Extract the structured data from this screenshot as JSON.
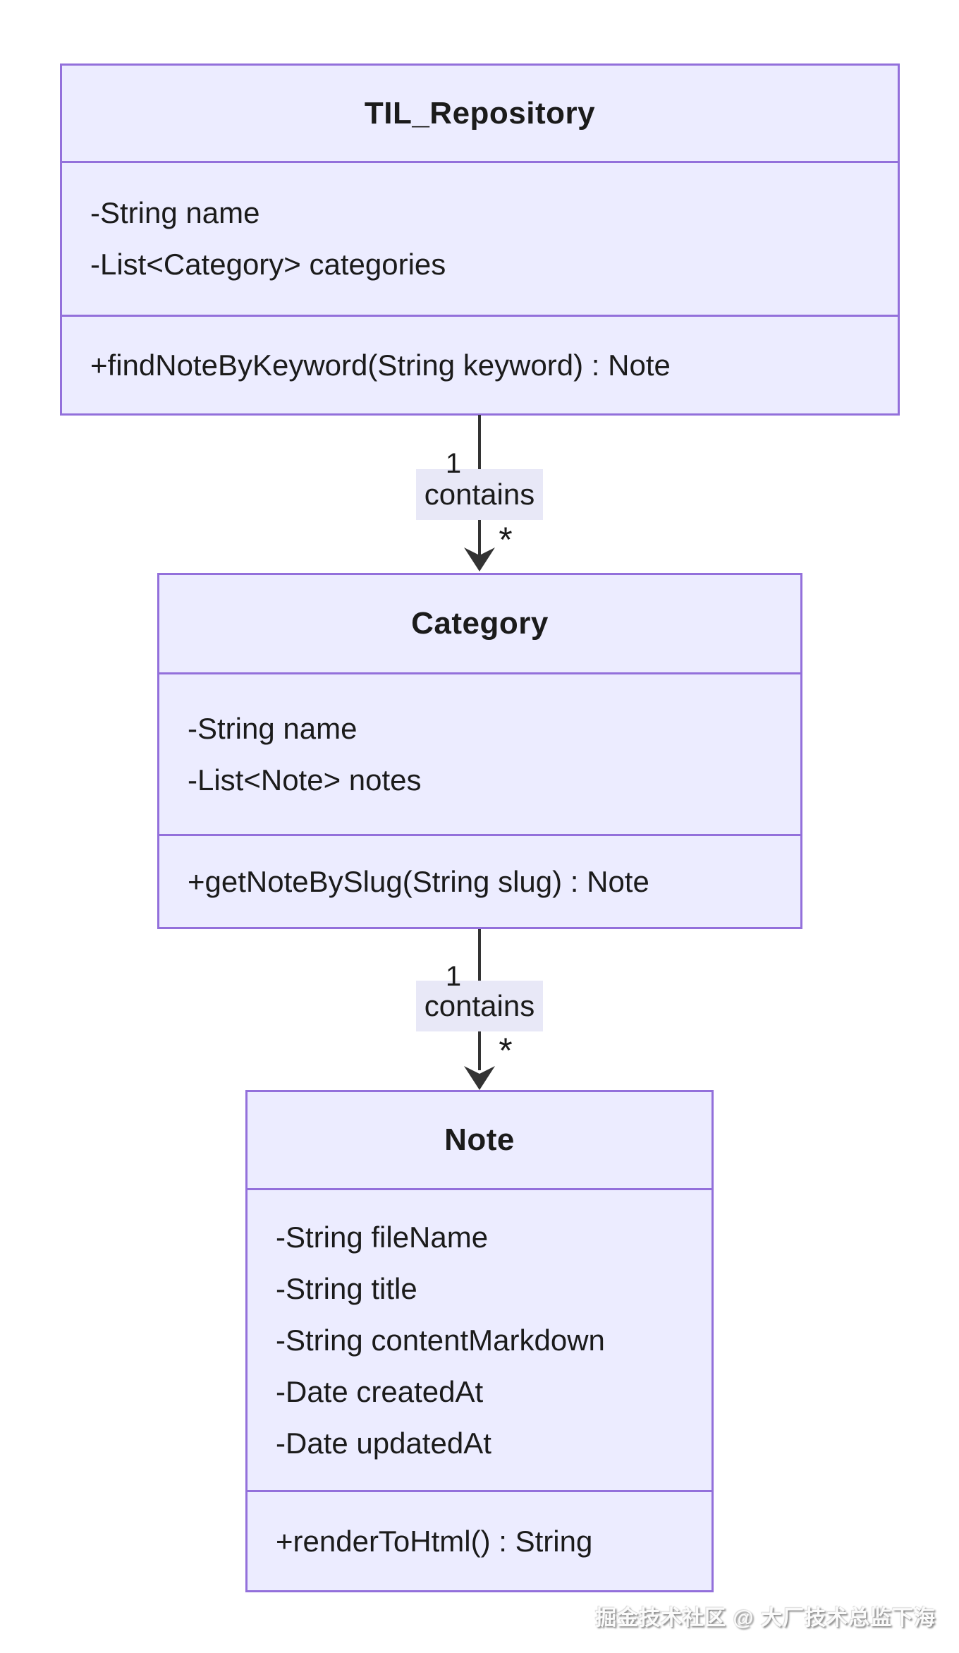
{
  "classes": [
    {
      "name": "TIL_Repository",
      "attributes": [
        "-String name",
        "-List<Category> categories"
      ],
      "methods": [
        "+findNoteByKeyword(String keyword) : Note"
      ]
    },
    {
      "name": "Category",
      "attributes": [
        "-String name",
        "-List<Note> notes"
      ],
      "methods": [
        "+getNoteBySlug(String slug) : Note"
      ]
    },
    {
      "name": "Note",
      "attributes": [
        "-String fileName",
        "-String title",
        "-String contentMarkdown",
        "-Date createdAt",
        "-Date updatedAt"
      ],
      "methods": [
        "+renderToHtml() : String"
      ]
    }
  ],
  "relations": [
    {
      "from": "TIL_Repository",
      "to": "Category",
      "label": "contains",
      "source_multiplicity": "1",
      "target_multiplicity": "*"
    },
    {
      "from": "Category",
      "to": "Note",
      "label": "contains",
      "source_multiplicity": "1",
      "target_multiplicity": "*"
    }
  ],
  "colors": {
    "node_fill": "#ECECFF",
    "node_border": "#9370DB",
    "edge": "#333333",
    "text": "#1b1b1b",
    "label_bg": "#E8E8F7"
  },
  "watermark": "掘金技术社区 @ 大厂技术总监下海"
}
